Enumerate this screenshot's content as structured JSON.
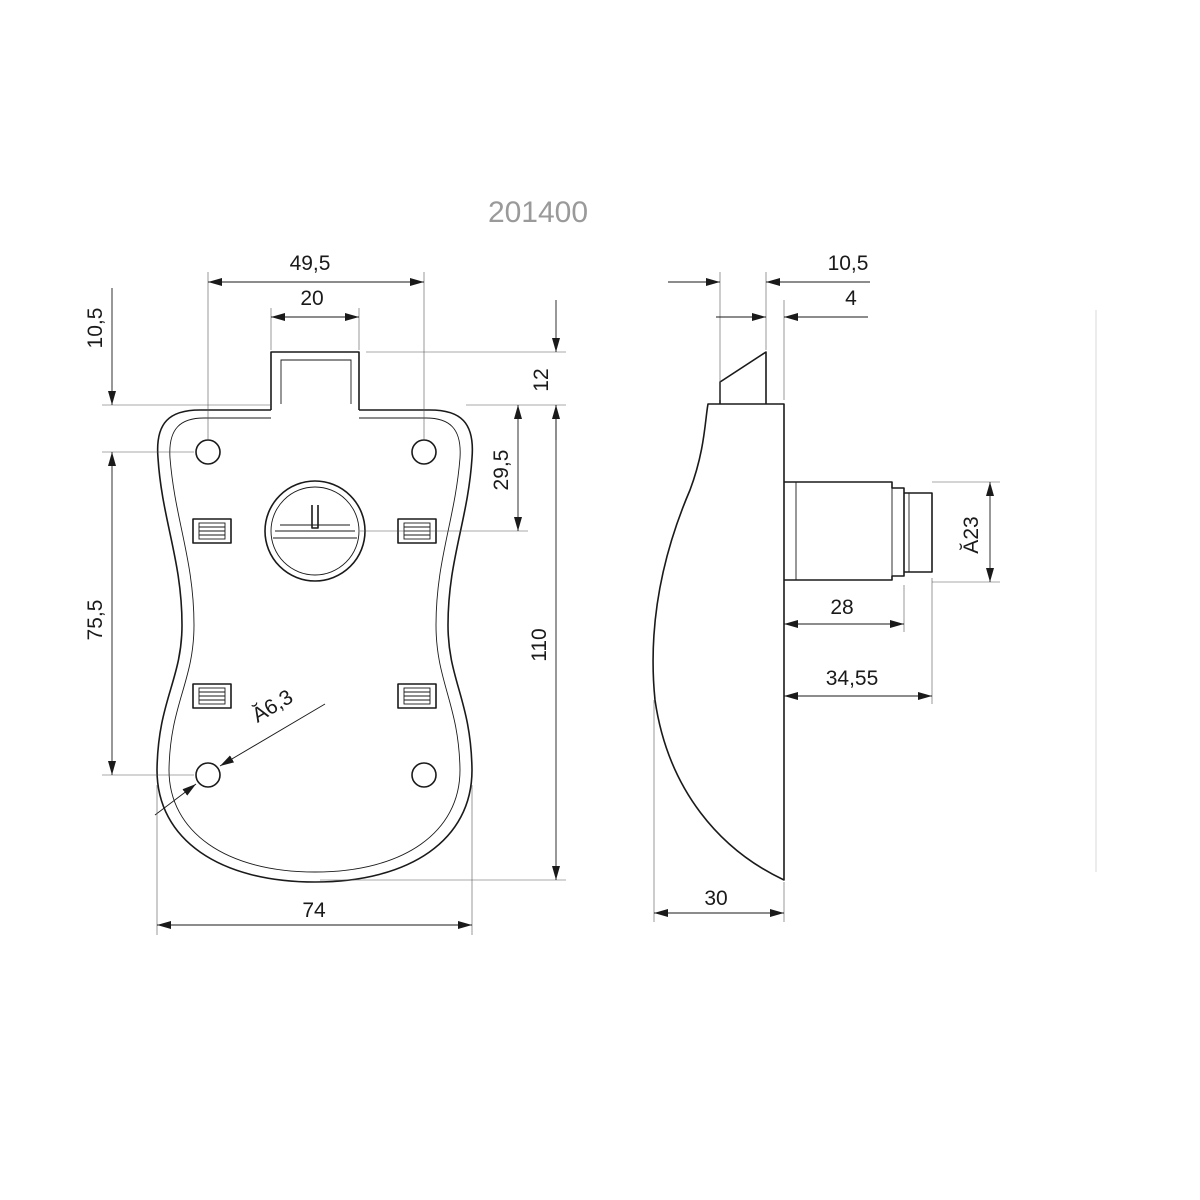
{
  "title": "201400",
  "front_view": {
    "dims": {
      "width_top": "49,5",
      "width_tab": "20",
      "height_tab": "10,5",
      "height_tab_right": "12",
      "height_axis": "29,5",
      "height_holes": "75,5",
      "height_total": "110",
      "hole_diameter": "Ă6,3",
      "width_total": "74"
    }
  },
  "side_view": {
    "dims": {
      "depth_top": "10,5",
      "depth_small": "4",
      "diameter_cylinder": "Ă23",
      "length_cylinder": "28",
      "length_total": "34,55",
      "depth_body": "30"
    }
  },
  "colors": {
    "line": "#1a1a1a",
    "title": "#9a9a9a"
  }
}
